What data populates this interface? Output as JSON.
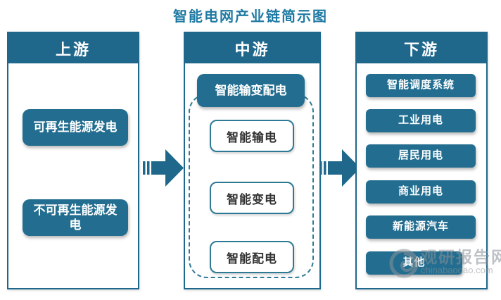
{
  "title": "智能电网产业链简示图",
  "columns": [
    {
      "header": "上游",
      "boxes": [
        "可再生能源发电",
        "不可再生能源发电"
      ]
    },
    {
      "header": "中游",
      "group_box": "智能输变配电",
      "sub_boxes": [
        "智能输电",
        "智能变电",
        "智能配电"
      ]
    },
    {
      "header": "下游",
      "boxes": [
        "智能调度系统",
        "工业用电",
        "居民用电",
        "商业用电",
        "新能源汽车",
        "其他"
      ]
    }
  ],
  "watermark": {
    "site_name": "观研报告网",
    "site_url": "chinabaogao.com"
  },
  "colors": {
    "header_fill": "#1f688c",
    "box_fill": "#236e90",
    "box_border": "#2e7a96",
    "title_text": "#1e7aa3",
    "watermark_gray": "#8a9199"
  }
}
